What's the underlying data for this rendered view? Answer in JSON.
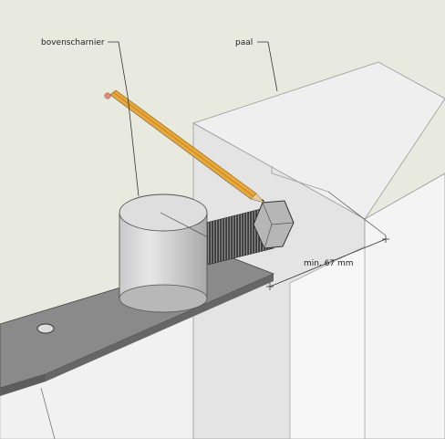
{
  "labels": {
    "hinge": "bovenscharnier",
    "post": "paal",
    "dimension": "min. 67 mm"
  },
  "colors": {
    "background": "#e9eadf",
    "surface_light": "#f2f2f2",
    "surface_mid": "#dedede",
    "surface_dark": "#cfcfcf",
    "plate": "#7c7c7c",
    "pencil": "#e8a93a",
    "leader": "#333333"
  }
}
